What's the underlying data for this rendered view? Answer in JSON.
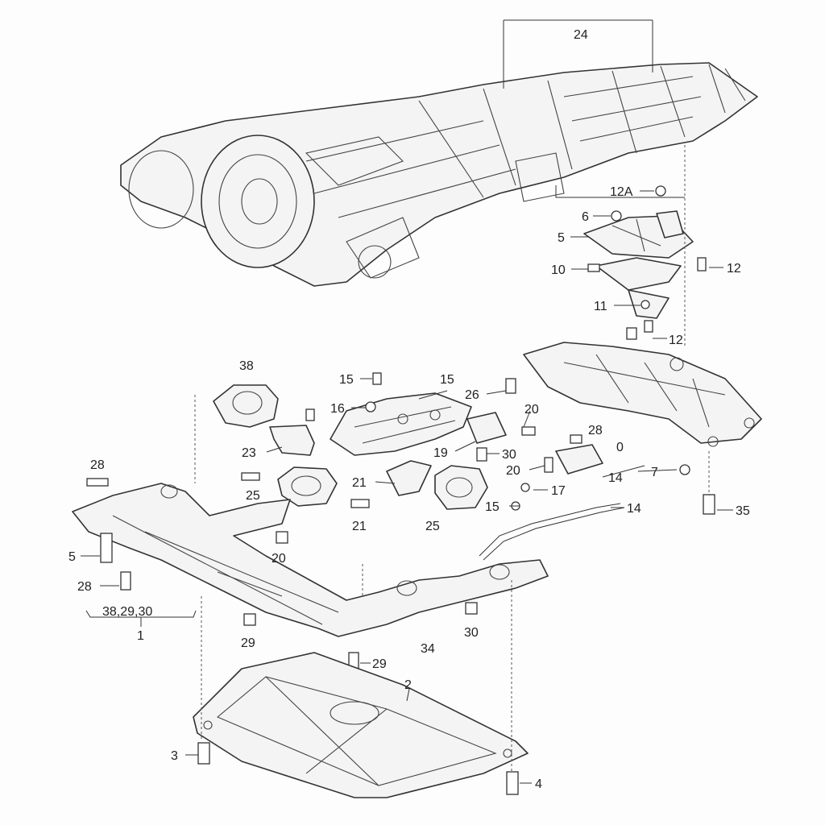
{
  "callouts": [
    {
      "id": "c24",
      "text": "24"
    },
    {
      "id": "c12A",
      "text": "12A"
    },
    {
      "id": "c6",
      "text": "6"
    },
    {
      "id": "c5a",
      "text": "5"
    },
    {
      "id": "c10",
      "text": "10"
    },
    {
      "id": "c12a",
      "text": "12"
    },
    {
      "id": "c11",
      "text": "11"
    },
    {
      "id": "c12b",
      "text": "12"
    },
    {
      "id": "c38a",
      "text": "38"
    },
    {
      "id": "c15a",
      "text": "15"
    },
    {
      "id": "c15b",
      "text": "15"
    },
    {
      "id": "c26",
      "text": "26"
    },
    {
      "id": "c16",
      "text": "16"
    },
    {
      "id": "c20a",
      "text": "20"
    },
    {
      "id": "c28a",
      "text": "28"
    },
    {
      "id": "c0",
      "text": "0"
    },
    {
      "id": "c23",
      "text": "23"
    },
    {
      "id": "c19",
      "text": "19"
    },
    {
      "id": "c30a",
      "text": "30"
    },
    {
      "id": "c28b",
      "text": "28"
    },
    {
      "id": "c20b",
      "text": "20"
    },
    {
      "id": "c7",
      "text": "7"
    },
    {
      "id": "c25a",
      "text": "25"
    },
    {
      "id": "c21a",
      "text": "21"
    },
    {
      "id": "c17",
      "text": "17"
    },
    {
      "id": "c14a",
      "text": "14"
    },
    {
      "id": "c15c",
      "text": "15"
    },
    {
      "id": "c14b",
      "text": "14"
    },
    {
      "id": "c35",
      "text": "35"
    },
    {
      "id": "c21b",
      "text": "21"
    },
    {
      "id": "c25b",
      "text": "25"
    },
    {
      "id": "c5b",
      "text": "5"
    },
    {
      "id": "c20c",
      "text": "20"
    },
    {
      "id": "c28c",
      "text": "28"
    },
    {
      "id": "c382930",
      "text": "38,29,30"
    },
    {
      "id": "c1",
      "text": "1"
    },
    {
      "id": "c29a",
      "text": "29"
    },
    {
      "id": "c34",
      "text": "34"
    },
    {
      "id": "c30b",
      "text": "30"
    },
    {
      "id": "c29b",
      "text": "29"
    },
    {
      "id": "c2",
      "text": "2"
    },
    {
      "id": "c3",
      "text": "3"
    },
    {
      "id": "c4",
      "text": "4"
    }
  ]
}
